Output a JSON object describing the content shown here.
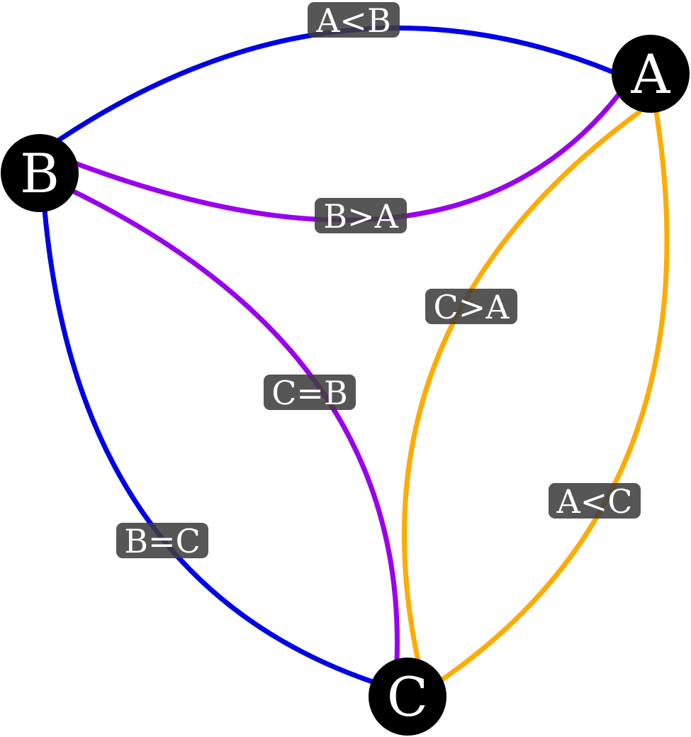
{
  "nodes": [
    {
      "id": "A",
      "label": "A"
    },
    {
      "id": "B",
      "label": "B"
    },
    {
      "id": "C",
      "label": "C"
    }
  ],
  "edges": [
    {
      "id": "b-a-top",
      "from": "B",
      "to": "A",
      "label": "A<B",
      "color": "#0000e6"
    },
    {
      "id": "b-a-mid",
      "from": "B",
      "to": "A",
      "label": "B>A",
      "color": "#9900ee"
    },
    {
      "id": "a-c-inner",
      "from": "A",
      "to": "C",
      "label": "C>A",
      "color": "#ffab00"
    },
    {
      "id": "a-c-outer",
      "from": "A",
      "to": "C",
      "label": "A<C",
      "color": "#ffab00"
    },
    {
      "id": "b-c-inner",
      "from": "B",
      "to": "C",
      "label": "C=B",
      "color": "#9900ee"
    },
    {
      "id": "b-c-outer",
      "from": "B",
      "to": "C",
      "label": "B=C",
      "color": "#0000e6"
    }
  ],
  "colors": {
    "node_fill": "#000000",
    "node_text": "#ffffff",
    "label_box": "#3f3f3f",
    "label_text": "#ffffff",
    "background": "#ffffff"
  }
}
